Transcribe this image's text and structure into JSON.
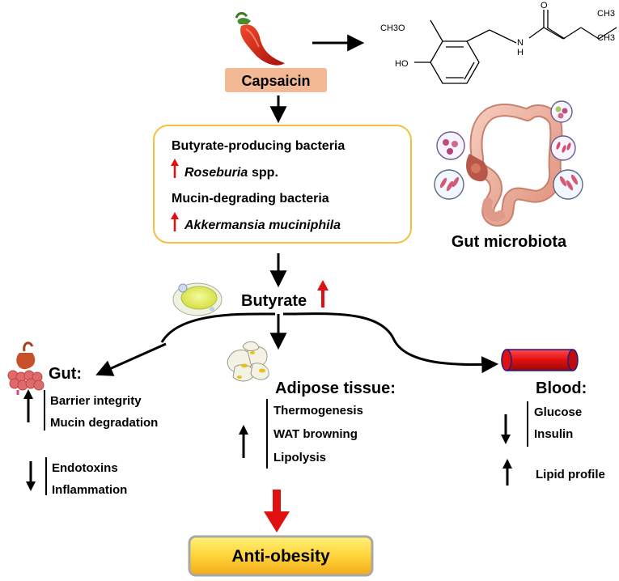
{
  "colors": {
    "arrow_black": "#000000",
    "arrow_red": "#e01010",
    "capsaicin_box": "#f3b894",
    "bacteria_box_border": "#f2c03a",
    "anti_obesity_top": "#ffe56a",
    "anti_obesity_bottom": "#f3b21c",
    "blood_vessel": "#e41a1a",
    "blood_vessel_end": "#1c1c8a"
  },
  "capsaicin": {
    "label": "Capsaicin"
  },
  "structure": {
    "ch3o": "CH3O",
    "ho": "HO",
    "o": "O",
    "nh": "N",
    "h": "H",
    "ch3_top": "CH3",
    "ch3_bottom": "CH3"
  },
  "bacteria": {
    "group1": "Butyrate-producing bacteria",
    "genus1": "Roseburia",
    "genus1_suffix": " spp.",
    "group2": "Mucin-degrading bacteria",
    "genus2": "Akkermansia muciniphila"
  },
  "microbiota": {
    "label": "Gut microbiota"
  },
  "butyrate": {
    "label": "Butyrate"
  },
  "gut": {
    "title": "Gut:",
    "up": [
      "Barrier integrity",
      "Mucin degradation"
    ],
    "down": [
      "Endotoxins",
      "Inflammation"
    ]
  },
  "adipose": {
    "title": "Adipose tissue:",
    "up": [
      "Thermogenesis",
      "WAT browning",
      "Lipolysis"
    ]
  },
  "blood": {
    "title": "Blood:",
    "down": [
      "Glucose",
      "Insulin"
    ],
    "up": [
      "Lipid profile"
    ]
  },
  "outcome": {
    "label": "Anti-obesity"
  },
  "icons": [
    "chili-pepper-icon",
    "colon-icon",
    "bacteria-icon",
    "fat-cell-icon",
    "stomach-icon",
    "adipocytes-icon",
    "blood-vessel-icon"
  ]
}
